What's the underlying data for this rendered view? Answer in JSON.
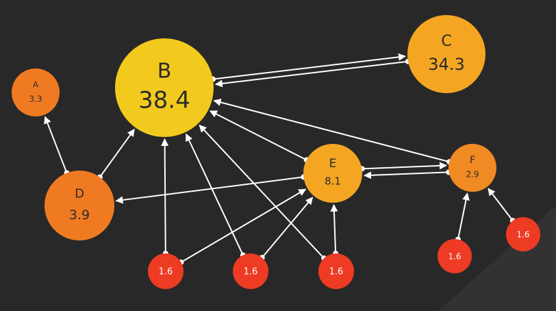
{
  "diagram": {
    "background_color": "#282828",
    "corner_shade_color": "#323232",
    "edge_color": "#ffffff",
    "nodes": [
      {
        "id": "B",
        "label": "B",
        "value": "38.4",
        "color": "#F2CA1E",
        "text_color": "#2b2b2b"
      },
      {
        "id": "C",
        "label": "C",
        "value": "34.3",
        "color": "#F4A623",
        "text_color": "#2b2b2b"
      },
      {
        "id": "A",
        "label": "A",
        "value": "3.3",
        "color": "#F07A22",
        "text_color": "#2b2b2b"
      },
      {
        "id": "D",
        "label": "D",
        "value": "3.9",
        "color": "#F07A22",
        "text_color": "#2b2b2b"
      },
      {
        "id": "E",
        "label": "E",
        "value": "8.1",
        "color": "#F4A623",
        "text_color": "#2b2b2b"
      },
      {
        "id": "F",
        "label": "F",
        "value": "2.9",
        "color": "#F08A22",
        "text_color": "#2b2b2b"
      },
      {
        "id": "n1",
        "label": "",
        "value": "1.6",
        "color": "#EE3B24",
        "text_color": "#ffffff"
      },
      {
        "id": "n2",
        "label": "",
        "value": "1.6",
        "color": "#EE3B24",
        "text_color": "#ffffff"
      },
      {
        "id": "n3",
        "label": "",
        "value": "1.6",
        "color": "#EE3B24",
        "text_color": "#ffffff"
      },
      {
        "id": "n4",
        "label": "",
        "value": "1.6",
        "color": "#EE3B24",
        "text_color": "#ffffff"
      },
      {
        "id": "n5",
        "label": "",
        "value": "1.6",
        "color": "#EE3B24",
        "text_color": "#ffffff"
      }
    ],
    "edges": [
      {
        "from": "B",
        "to": "C"
      },
      {
        "from": "C",
        "to": "B"
      },
      {
        "from": "D",
        "to": "A"
      },
      {
        "from": "D",
        "to": "B"
      },
      {
        "from": "E",
        "to": "D"
      },
      {
        "from": "E",
        "to": "B"
      },
      {
        "from": "E",
        "to": "F"
      },
      {
        "from": "F",
        "to": "E"
      },
      {
        "from": "F",
        "to": "B"
      },
      {
        "from": "n1",
        "to": "B"
      },
      {
        "from": "n1",
        "to": "E"
      },
      {
        "from": "n2",
        "to": "B"
      },
      {
        "from": "n2",
        "to": "E"
      },
      {
        "from": "n3",
        "to": "B"
      },
      {
        "from": "n3",
        "to": "E"
      },
      {
        "from": "n4",
        "to": "F"
      },
      {
        "from": "n5",
        "to": "F"
      }
    ]
  }
}
